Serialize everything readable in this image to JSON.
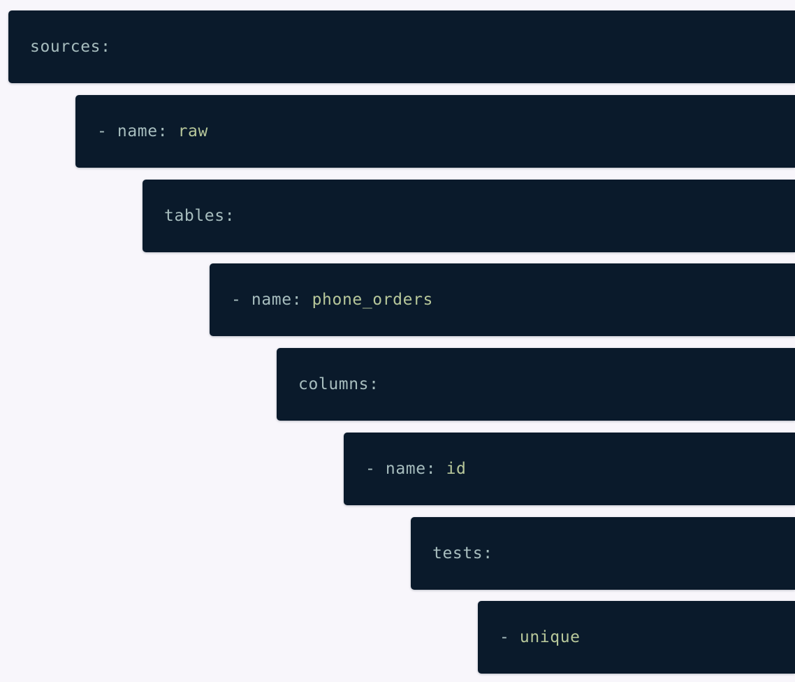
{
  "yaml_lines": [
    {
      "dash": "",
      "key": "sources",
      "colon": ":",
      "value": ""
    },
    {
      "dash": "- ",
      "key": "name",
      "colon": ": ",
      "value": "raw"
    },
    {
      "dash": "",
      "key": "tables",
      "colon": ":",
      "value": ""
    },
    {
      "dash": "- ",
      "key": "name",
      "colon": ": ",
      "value": "phone_orders"
    },
    {
      "dash": "",
      "key": "columns",
      "colon": ":",
      "value": ""
    },
    {
      "dash": "- ",
      "key": "name",
      "colon": ": ",
      "value": "id"
    },
    {
      "dash": "",
      "key": "tests",
      "colon": ":",
      "value": ""
    },
    {
      "dash": "- ",
      "key": "",
      "colon": "",
      "value": "unique"
    }
  ],
  "colors": {
    "background": "#f8f6fb",
    "block": "#0a1a2b",
    "key_text": "#a7bdbe",
    "value_text": "#b7c79a"
  }
}
